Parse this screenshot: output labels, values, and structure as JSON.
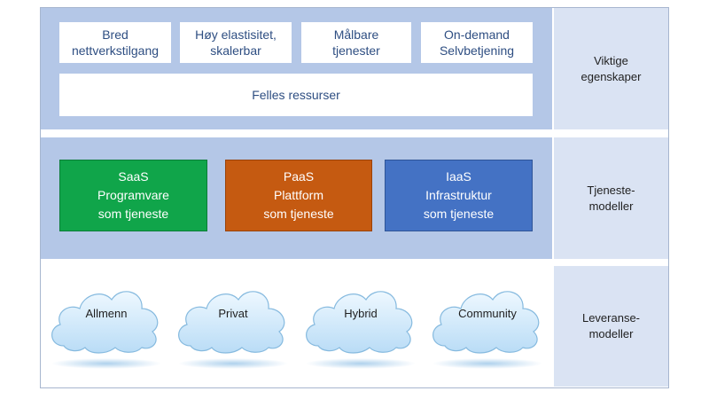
{
  "features": [
    {
      "label": "Bred\nnettverkstilgang"
    },
    {
      "label": "Høy elastisitet,\nskalerbar"
    },
    {
      "label": "Målbare\ntjenester"
    },
    {
      "label": "On-demand\nSelvbetjening"
    }
  ],
  "shared_resources": "Felles ressurser",
  "service_models": [
    {
      "label": "SaaS\nProgramvare\nsom tjeneste",
      "color": "#10a54a"
    },
    {
      "label": "PaaS\nPlattform\nsom tjeneste",
      "color": "#c55a11"
    },
    {
      "label": "IaaS\nInfrastruktur\nsom tjeneste",
      "color": "#4472c4"
    }
  ],
  "deployment_models": [
    {
      "label": "Allmenn"
    },
    {
      "label": "Privat"
    },
    {
      "label": "Hybrid"
    },
    {
      "label": "Community"
    }
  ],
  "side_labels": {
    "top": "Viktige\negenskaper",
    "middle": "Tjeneste-\nmodeller",
    "bottom": "Leveranse-\nmodeller"
  },
  "colors": {
    "band": "#b4c7e7",
    "side": "#dae3f3",
    "feature_text": "#2e4e82",
    "cloud_fill": "#cfe8fb",
    "cloud_stroke": "#7fb4e0"
  }
}
